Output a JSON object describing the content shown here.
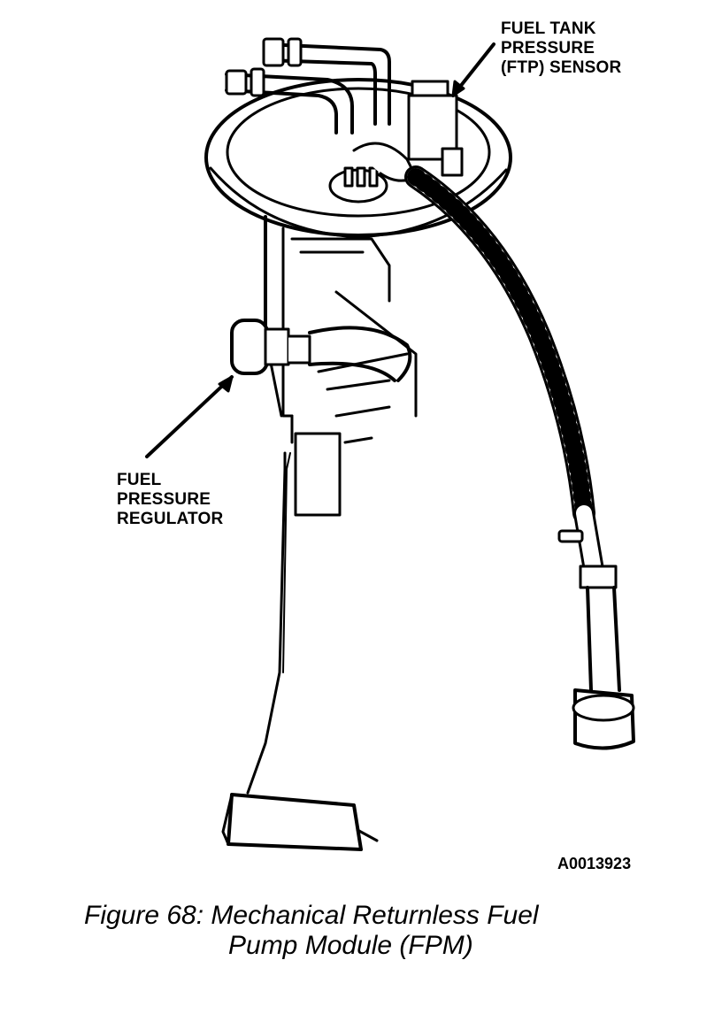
{
  "labels": {
    "ftp_sensor": [
      "FUEL TANK",
      "PRESSURE",
      "(FTP) SENSOR"
    ],
    "fuel_pressure_regulator": [
      "FUEL",
      "PRESSURE",
      "REGULATOR"
    ]
  },
  "figure_id": "A0013923",
  "caption": {
    "line1": "Figure 68: Mechanical Returnless Fuel",
    "line2": "Pump Module (FPM)"
  }
}
